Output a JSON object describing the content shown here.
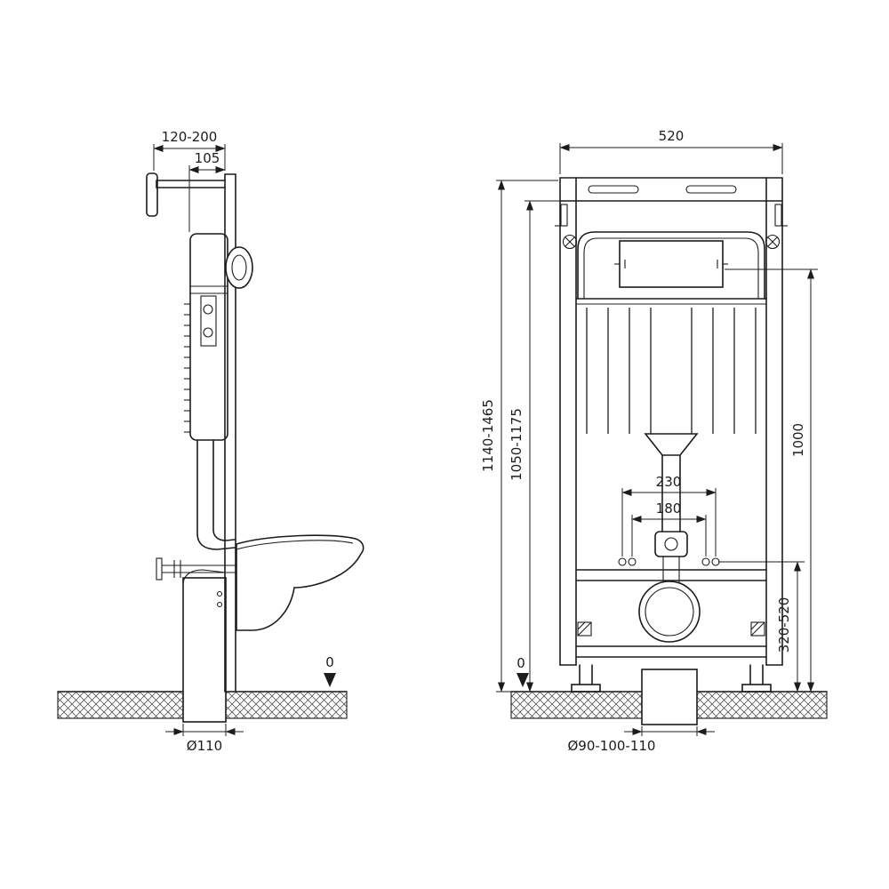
{
  "drawing": {
    "type": "technical-installation-diagram",
    "subject": "Wall-hung WC concealed cistern installation frame, two orthographic views with dimensions (mm)",
    "views": {
      "side": {
        "name": "side-view",
        "dimensions": {
          "depth_range": "120-200",
          "plate_depth": "105",
          "drain_diameter": "Ø110",
          "floor_level": "0"
        }
      },
      "front": {
        "name": "front-view",
        "dimensions": {
          "width": "520",
          "total_height_range": "1140-1465",
          "frame_height_range": "1050-1175",
          "flush_pipe_height": "1000",
          "fixing_spacing_outer": "230",
          "fixing_spacing_inner": "180",
          "outlet_height_range": "320-520",
          "outlet_diameter_range": "Ø90-100-110",
          "floor_level": "0"
        }
      }
    },
    "colors": {
      "line": "#1c1c1c",
      "background": "#ffffff"
    }
  }
}
